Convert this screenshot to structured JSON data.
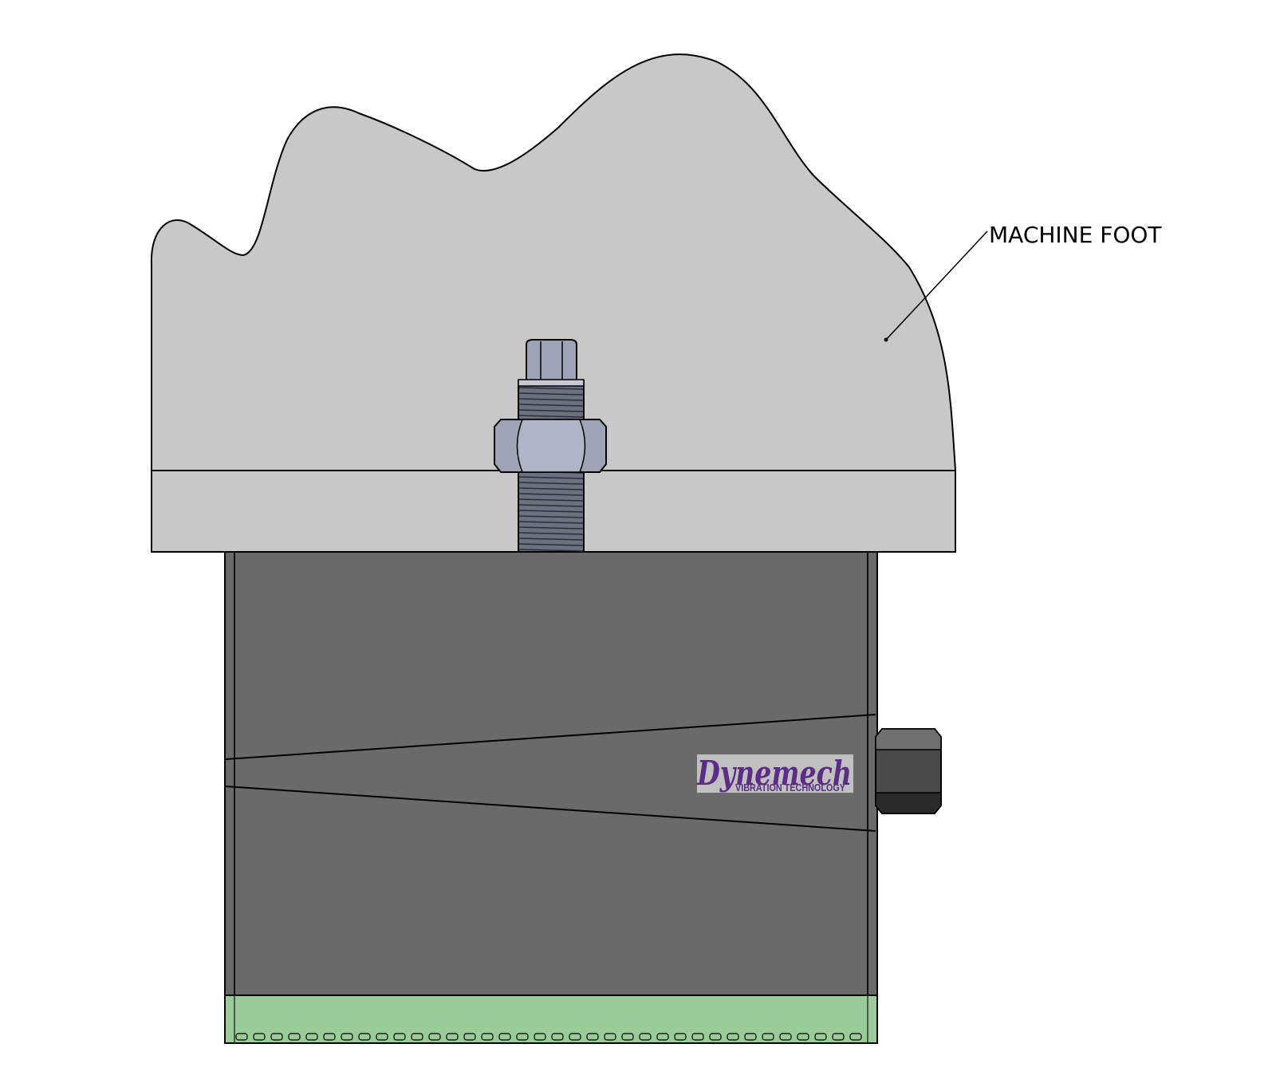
{
  "callout": {
    "label": "MACHINE FOOT"
  },
  "logo": {
    "name": "Dynemech",
    "tagline": "VIBRATION TECHNOLOGY"
  },
  "colors": {
    "machine_foot": "#c8c8c8",
    "mount_body": "#6a6a6a",
    "base_pad": "#99cc99",
    "bolt": "#9ea3b5",
    "bolt_thread": "#6d7080",
    "leveling_nut": "#4a4a4a",
    "logo_bg": "#c0c0c0",
    "logo_text": "#5b2d86",
    "outline": "#000000"
  }
}
